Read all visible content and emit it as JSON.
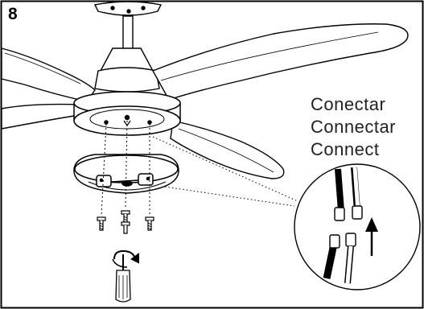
{
  "step": {
    "number": "8"
  },
  "labels": {
    "spanish": "Conectar",
    "italian": "Connectar",
    "english": "Connect"
  },
  "icons": {
    "screwdriver": "screwdriver-icon",
    "rotation": "clockwise-rotation-icon",
    "arrow": "up-arrow-icon"
  },
  "colors": {
    "line": "#000000",
    "background": "#ffffff"
  }
}
